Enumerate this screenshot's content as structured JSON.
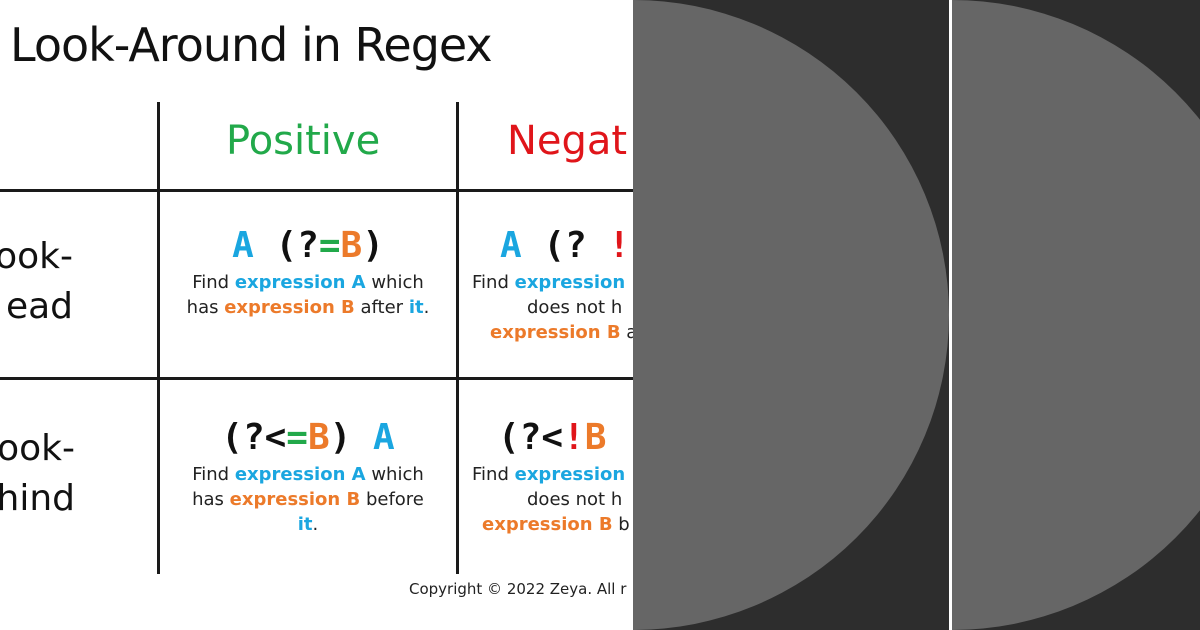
{
  "title": "Look-Around in Regex",
  "columns": {
    "positive": "Positive",
    "negative": "Negat"
  },
  "rows": {
    "lookahead": "ook-\nead",
    "lookbehind": "ook-\nhind"
  },
  "cells": {
    "pos_ahead": {
      "formula": {
        "a": "A",
        "open": "(?",
        "eq": "=",
        "b": "B",
        "close": ")"
      },
      "line1": {
        "find": "Find ",
        "expr_a": "expression A",
        "which": " which"
      },
      "line2": {
        "has": "has ",
        "expr_b": "expression B",
        "after": " after ",
        "it": "it",
        "dot": "."
      }
    },
    "neg_ahead": {
      "formula": {
        "a": "A",
        "open": "(?",
        "bang": "!",
        "rest": "!"
      },
      "line1": {
        "find": "Find ",
        "expr": "expression"
      },
      "line2": {
        "text": "does not h"
      },
      "line3": {
        "expr_b": "expression B",
        "rest": " a"
      }
    },
    "pos_behind": {
      "formula": {
        "open": "(?<",
        "eq": "=",
        "b": "B",
        "close": ")",
        "a": "A"
      },
      "line1": {
        "find": "Find ",
        "expr_a": "expression A",
        "which": " which"
      },
      "line2": {
        "has": "has ",
        "expr_b": "expression B",
        "before": " before"
      },
      "line3": {
        "it": "it",
        "dot": "."
      }
    },
    "neg_behind": {
      "formula": {
        "open": "(?<",
        "bang": "!",
        "b": "B"
      },
      "line1": {
        "find": "Find ",
        "expr": "expression"
      },
      "line2": {
        "text": "does not h"
      },
      "line3": {
        "expr_b": "expression B",
        "rest": " b"
      }
    }
  },
  "copyright": "Copyright © 2022 Zeya. All r",
  "colors": {
    "blue": "#1aa6e0",
    "orange": "#ec7a2a",
    "green": "#22a94a",
    "red": "#e0151a",
    "dark_panel": "#2d2d2d",
    "circle": "#666666"
  }
}
